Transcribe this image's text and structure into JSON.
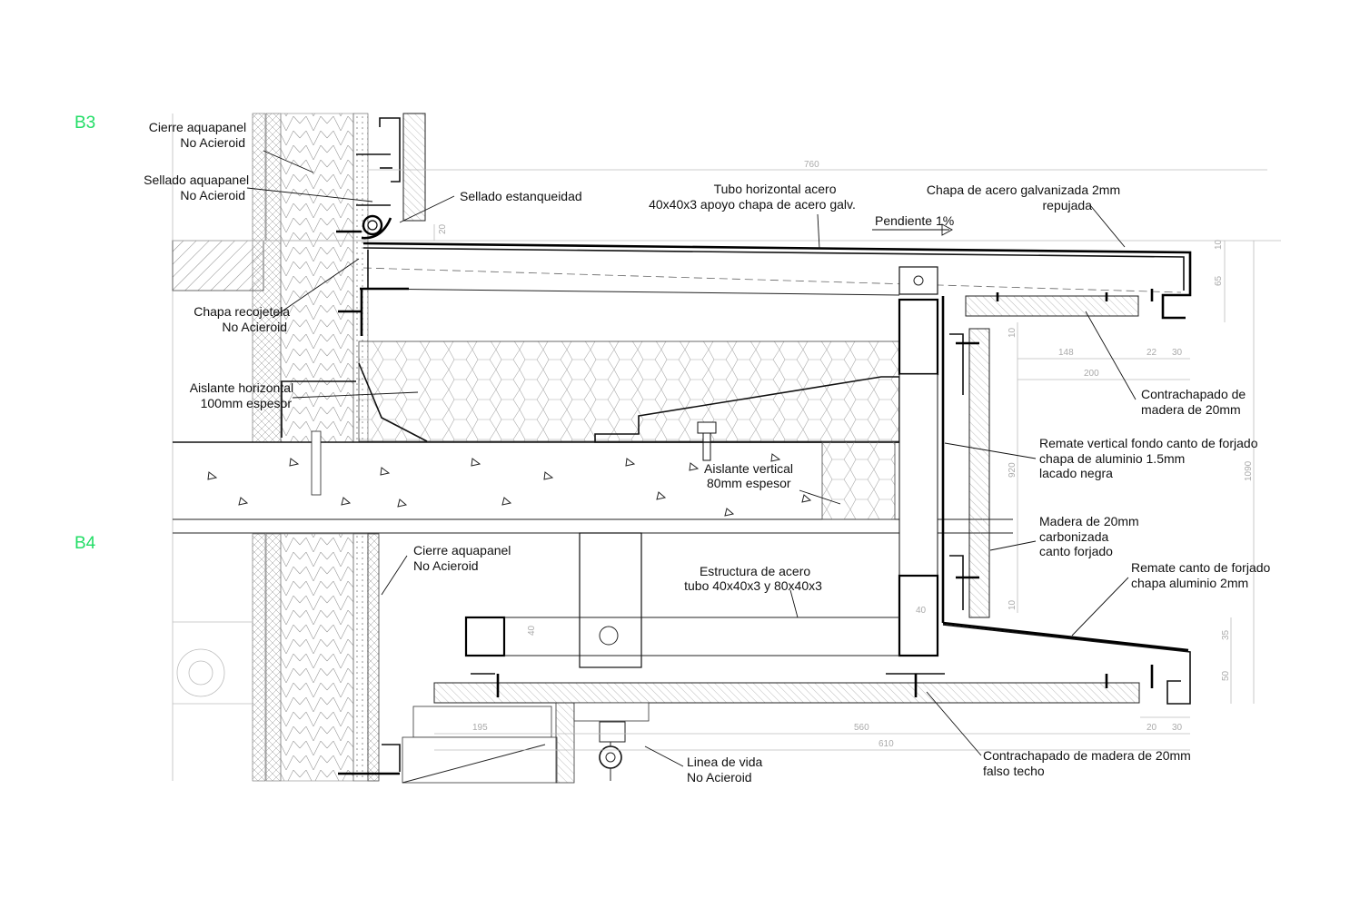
{
  "levels": {
    "b3": "B3",
    "b4": "B4"
  },
  "labels": {
    "cierre_b3": [
      "Cierre aquapanel",
      "No Acieroid"
    ],
    "sellado_aquapanel": [
      "Sellado aquapanel",
      "No Acieroid"
    ],
    "sellado_estanqueidad": [
      "Sellado estanqueidad"
    ],
    "tubo_horizontal": [
      "Tubo horizontal acero",
      "40x40x3 apoyo chapa de acero galv."
    ],
    "chapa_galvanizada": [
      "Chapa de acero galvanizada 2mm",
      "repujada"
    ],
    "pendiente": [
      "Pendiente 1%"
    ],
    "chapa_recojetela": [
      "Chapa recojetela",
      "No Acieroid"
    ],
    "aislante_horizontal": [
      "Aislante horizontal",
      "100mm espesor"
    ],
    "contrachapado_top": [
      "Contrachapado de",
      "madera de 20mm"
    ],
    "remate_vertical": [
      "Remate vertical fondo canto de forjado",
      "chapa de aluminio 1.5mm",
      "lacado negra"
    ],
    "aislante_vertical": [
      "Aislante vertical",
      "80mm espesor"
    ],
    "madera_carbonizada": [
      "Madera de 20mm",
      "carbonizada",
      "canto forjado"
    ],
    "cierre_b4": [
      "Cierre aquapanel",
      "No Acieroid"
    ],
    "estructura_acero": [
      "Estructura de acero",
      "tubo 40x40x3 y 80x40x3"
    ],
    "remate_canto": [
      "Remate canto de forjado",
      "chapa aluminio 2mm"
    ],
    "linea_vida": [
      "Linea de vida",
      "No Acieroid"
    ],
    "contrachapado_bottom": [
      "Contrachapado de madera de 20mm",
      "falso techo"
    ]
  },
  "dimensions": {
    "d760": "760",
    "d20": "20",
    "d10a": "10",
    "d65": "65",
    "d148": "148",
    "d22": "22",
    "d30a": "30",
    "d200": "200",
    "d10b": "10",
    "d920": "920",
    "d1090": "1090",
    "d10c": "10",
    "d40a": "40",
    "d40b": "40",
    "d35": "35",
    "d50": "50",
    "d195": "195",
    "d560": "560",
    "d610": "610",
    "d20b": "20",
    "d30b": "30"
  },
  "colors": {
    "level_marker": "#22dd66",
    "ink": "#111111",
    "dimension": "#aaaaaa"
  }
}
